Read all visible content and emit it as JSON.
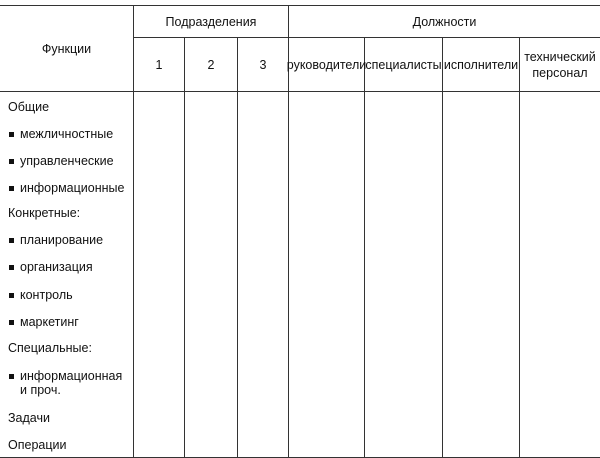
{
  "header": {
    "functions": "Функции",
    "divisions": "Подразделения",
    "positions": "Должности",
    "division_numbers": [
      "1",
      "2",
      "3"
    ],
    "position_titles": [
      "руководители",
      "специалисты",
      "исполнители",
      "технический\nперсонал"
    ]
  },
  "rows": {
    "general": "Общие",
    "general_items": [
      "межличностные",
      "управленческие",
      "информационные"
    ],
    "concrete": "Конкретные:",
    "concrete_items": [
      "планирование",
      "организация",
      "контроль",
      "маркетинг"
    ],
    "special": "Специальные:",
    "special_items": [
      "информационная\nи проч."
    ],
    "tasks": "Задачи",
    "operations": "Операции"
  }
}
